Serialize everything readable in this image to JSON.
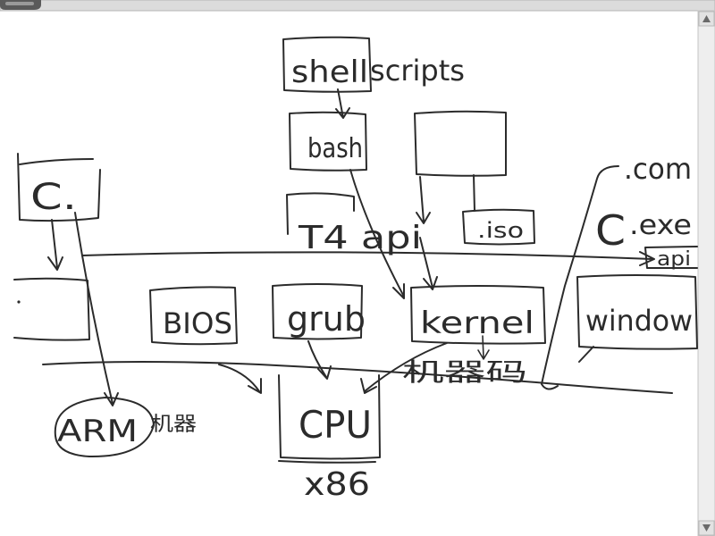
{
  "diagram": {
    "shell": "shell",
    "scripts": "scripts",
    "bash": "bash",
    "api_left": "T4 api",
    "iso": ".iso",
    "c_left": "C.",
    "api_right": "api",
    "bios": "BIOS",
    "grub": "grub",
    "kernel": "kernel",
    "window": "window",
    "machine_code": "机器码",
    "cpu": "CPU",
    "x86": "x86",
    "arm": "ARM",
    "machine_arm": "机器",
    "com": ".com",
    "c_right": "C",
    "exe": ".exe"
  },
  "icons": {
    "scroll_up": "triangle-up-icon",
    "scroll_down": "triangle-down-icon"
  },
  "colors": {
    "ink": "#2b2b2b",
    "board": "#ffffff",
    "chrome": "#dcdcdc"
  }
}
